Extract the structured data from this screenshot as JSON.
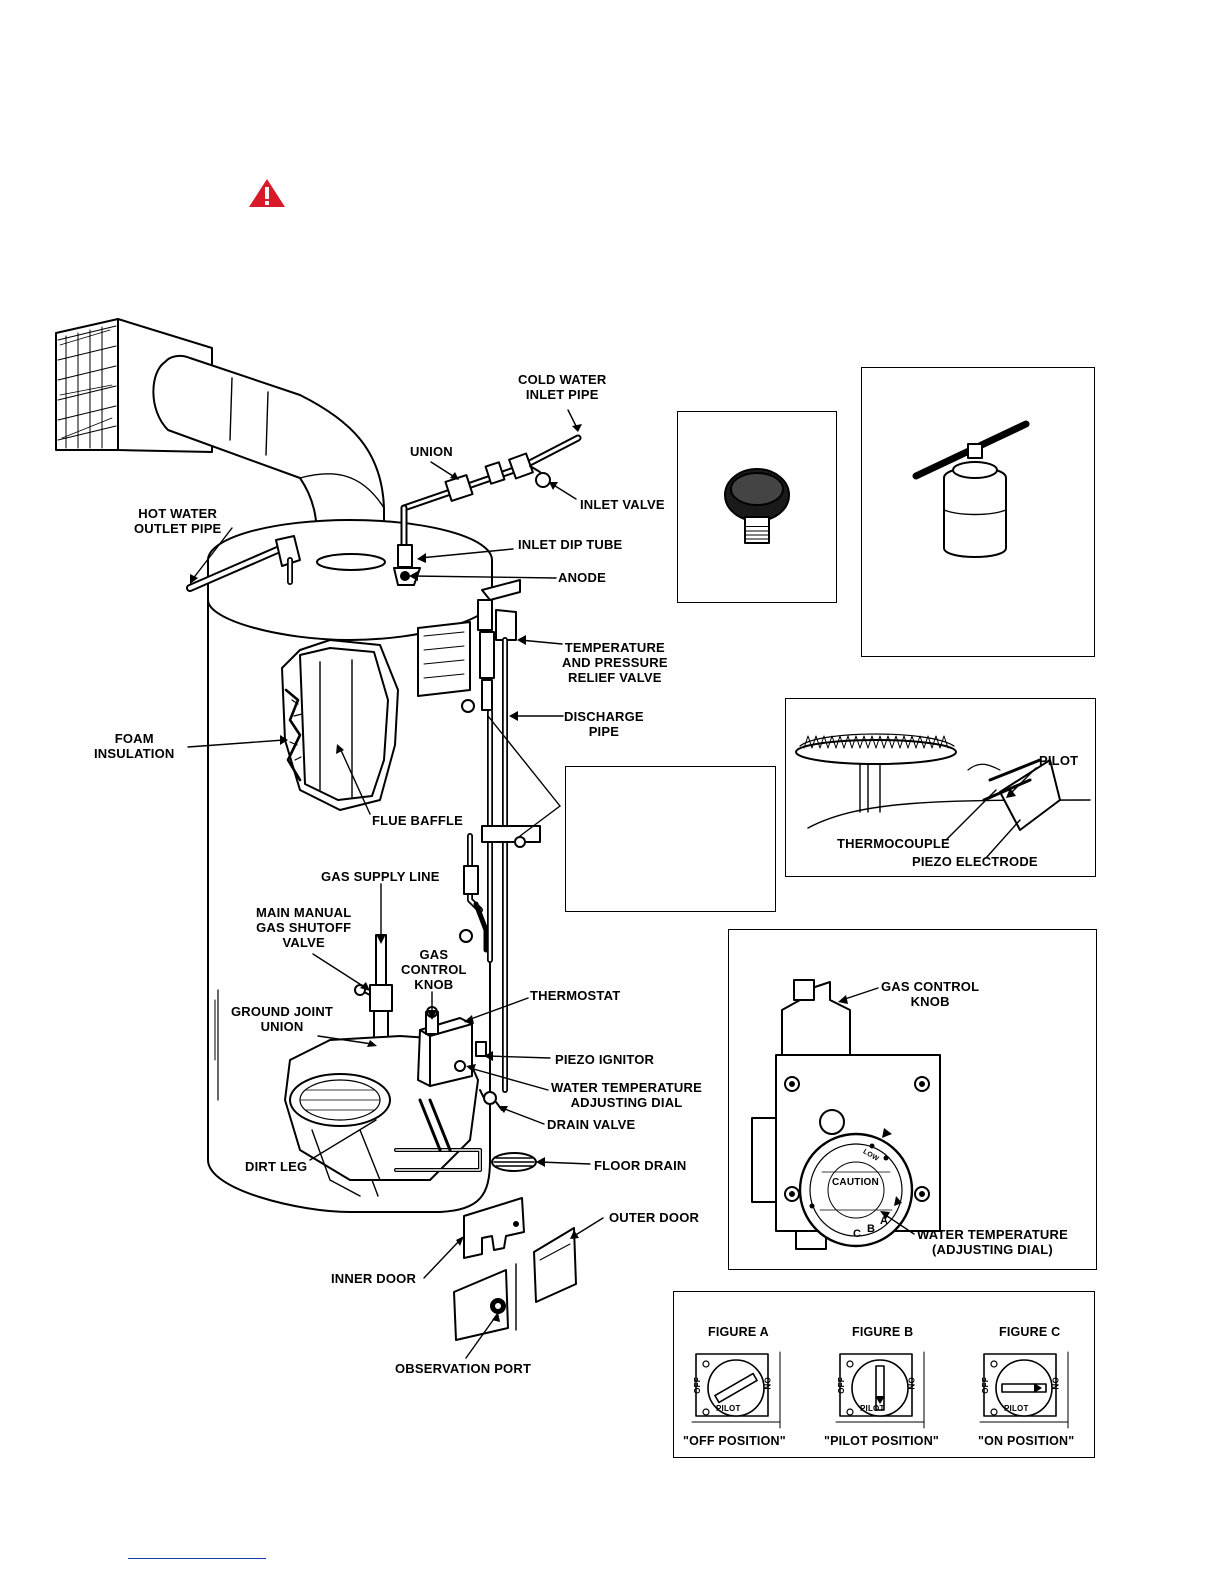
{
  "warning_icon": {
    "name": "warning-triangle-icon",
    "color": "#d7192a"
  },
  "main_labels": {
    "cold_water_inlet_pipe": "COLD WATER\nINLET PIPE",
    "union": "UNION",
    "inlet_valve": "INLET VALVE",
    "hot_water_outlet_pipe": "HOT WATER\nOUTLET PIPE",
    "inlet_dip_tube": "INLET DIP TUBE",
    "anode": "ANODE",
    "temperature_pressure_relief_valve": "TEMPERATURE\nAND PRESSURE\nRELIEF VALVE",
    "discharge_pipe": "DISCHARGE\nPIPE",
    "foam_insulation": "FOAM\nINSULATION",
    "flue_baffle": "FLUE BAFFLE",
    "gas_supply_line": "GAS SUPPLY LINE",
    "main_manual_gas_shutoff_valve": "MAIN MANUAL\nGAS SHUTOFF\nVALVE",
    "gas_control_knob": "GAS\nCONTROL\nKNOB",
    "thermostat": "THERMOSTAT",
    "ground_joint_union": "GROUND JOINT\nUNION",
    "piezo_ignitor": "PIEZO IGNITOR",
    "water_temperature_adjusting_dial": "WATER TEMPERATURE\nADJUSTING DIAL",
    "drain_valve": "DRAIN VALVE",
    "dirt_leg": "DIRT LEG",
    "floor_drain": "FLOOR DRAIN",
    "outer_door": "OUTER DOOR",
    "inner_door": "INNER DOOR",
    "observation_port": "OBSERVATION PORT"
  },
  "burner_detail": {
    "pilot": "PILOT",
    "thermocouple": "THERMOCOUPLE",
    "piezo_electrode": "PIEZO ELECTRODE"
  },
  "gas_control_detail": {
    "gas_control_knob": "GAS CONTROL\nKNOB",
    "water_temperature": "WATER TEMPERATURE\n(ADJUSTING DIAL)",
    "dial_caution": "CAUTION",
    "dial_low": "LOW",
    "dial_letters": [
      "A",
      "B",
      "C"
    ]
  },
  "knob_positions": [
    {
      "figure": "FIGURE A",
      "caption": "\"OFF POSITION\""
    },
    {
      "figure": "FIGURE B",
      "caption": "\"PILOT POSITION\""
    },
    {
      "figure": "FIGURE C",
      "caption": "\"ON POSITION\""
    }
  ],
  "knob_marks": {
    "off": "OFF",
    "on": "ON",
    "pilot": "PILOT"
  }
}
